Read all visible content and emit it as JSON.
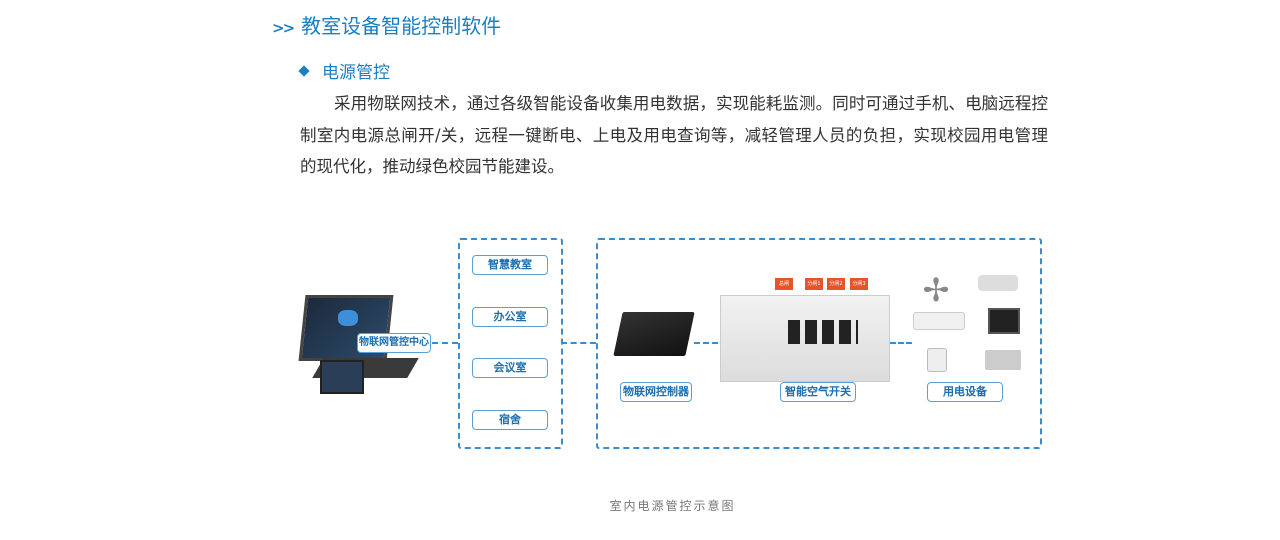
{
  "section_title": "教室设备智能控制软件",
  "section_marker": ">>",
  "subsection": "电源管控",
  "paragraph": "采用物联网技术，通过各级智能设备收集用电数据，实现能耗监测。同时可通过手机、电脑远程控制室内电源总闸开/关，远程一键断电、上电及用电查询等，减轻管理人员的负担，实现校园用电管理的现代化，推动绿色校园节能建设。",
  "diagram": {
    "center_label": "物联网管控中心",
    "rooms": [
      "智慧教室",
      "办公室",
      "会议室",
      "宿舍"
    ],
    "controller_label": "物联网控制器",
    "switch_label": "智能空气开关",
    "switch_tags": [
      "总闸",
      "分闸1",
      "分闸2",
      "分闸3"
    ],
    "devices_label": "用电设备"
  },
  "caption": "室内电源管控示意图"
}
